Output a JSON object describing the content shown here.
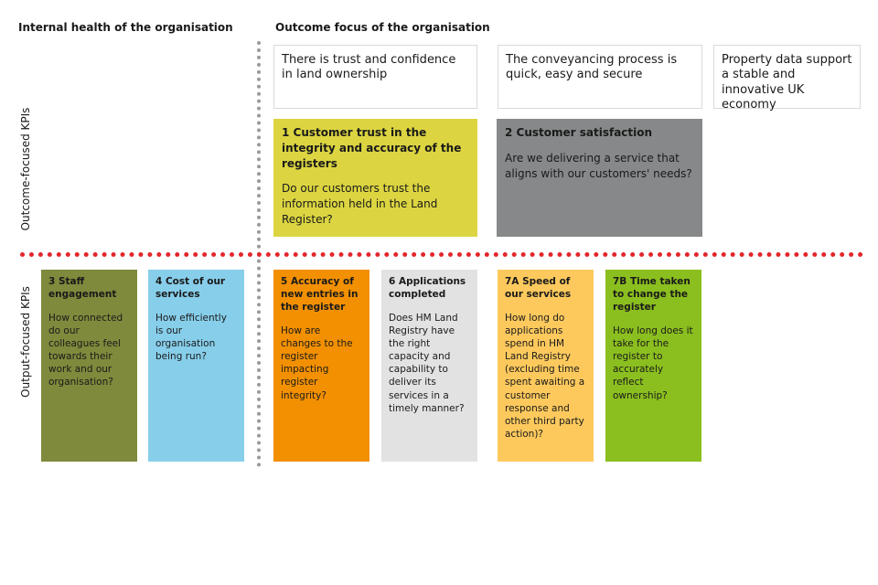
{
  "headers": {
    "internal": "Internal health of the organisation",
    "outcome": "Outcome focus of the organisation"
  },
  "row_labels": {
    "outcome": "Outcome-focused KPIs",
    "output": "Output-focused KPIs"
  },
  "outcomes": [
    {
      "text": "There is trust and confidence in land ownership"
    },
    {
      "text": "The conveyancing process is quick, easy and secure"
    },
    {
      "text": "Property data support a stable and innovative UK economy"
    }
  ],
  "kpis": [
    {
      "title": "1 Customer trust in the integrity and accuracy of the registers",
      "question": "Do our customers trust the information held in the Land Register?",
      "color": "#dcd541"
    },
    {
      "title": "2 Customer satisfaction",
      "question": "Are we delivering a service that aligns with our customers' needs?",
      "color": "#868889"
    },
    {
      "title": "3 Staff engagement",
      "question": "How connected do our colleagues feel towards their work and our organisation?",
      "color": "#7f8a3c"
    },
    {
      "title": "4 Cost of our services",
      "question": "How efficiently is our organisation being run?",
      "color": "#87ceea"
    },
    {
      "title": "5 Accuracy of new entries in the register",
      "question": "How are changes to the register impacting register integrity?",
      "color": "#f29002"
    },
    {
      "title": "6 Applications completed",
      "question": "Does HM Land Registry have the right capacity and capability to deliver its services in a timely manner?",
      "color": "#e2e2e2"
    },
    {
      "title": "7A Speed of our services",
      "question": "How long do applications spend in HM Land Registry (excluding time spent awaiting a customer response and other third party action)?",
      "color": "#fdc95d"
    },
    {
      "title": "7B Time taken to change the register",
      "question": "How long does it take for the register to accurately reflect ownership?",
      "color": "#8bbf1f"
    }
  ],
  "colors": {
    "divider_horizontal": "#e3262b",
    "divider_vertical": "#9a9a9a"
  }
}
